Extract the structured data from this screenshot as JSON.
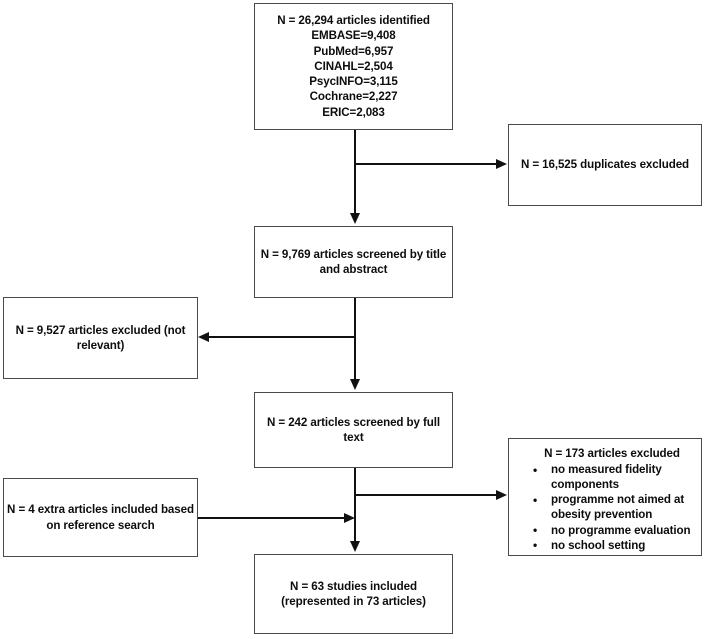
{
  "diagram": {
    "type": "prisma-flow-diagram",
    "nodes": {
      "identified": {
        "lines": [
          "N = 26,294 articles identified",
          "EMBASE=9,408",
          "PubMed=6,957",
          "CINAHL=2,504",
          "PsycINFO=3,115",
          "Cochrane=2,227",
          "ERIC=2,083"
        ]
      },
      "duplicates": {
        "lines": [
          "N = 16,525 duplicates excluded"
        ]
      },
      "screened_title_abstract": {
        "lines": [
          "N = 9,769 articles screened by title",
          "and abstract"
        ]
      },
      "excluded_not_relevant": {
        "lines": [
          "N = 9,527 articles excluded (not",
          "relevant)"
        ]
      },
      "screened_full_text": {
        "lines": [
          "N = 242 articles screened by full",
          "text"
        ]
      },
      "excluded_full_text": {
        "title": "N = 173 articles excluded",
        "bullets": [
          "no measured fidelity components",
          "programme not aimed at obesity prevention",
          "no programme evaluation",
          "no school setting"
        ]
      },
      "extra_articles": {
        "lines": [
          "N = 4 extra articles included based",
          "on reference search"
        ]
      },
      "included": {
        "lines": [
          "N = 63 studies included",
          "(represented in 73 articles)"
        ]
      }
    },
    "colors": {
      "box_border": "#4a4a4a",
      "connector": "#111111",
      "text": "#0d0d0d",
      "background": "#ffffff"
    }
  }
}
